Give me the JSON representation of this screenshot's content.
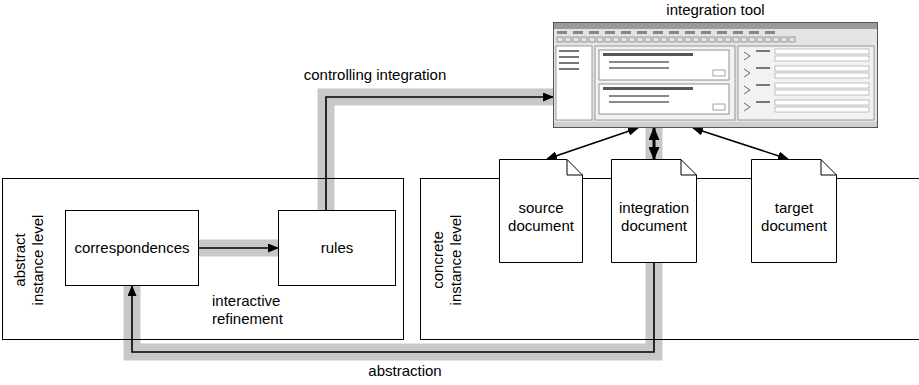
{
  "diagram": {
    "nodes": [
      {
        "text": [
          "integration tool"
        ]
      },
      {
        "text": [
          "abstract instance level"
        ]
      },
      {
        "text": [
          "correspondences"
        ],
        "in": 1
      },
      {
        "text": [
          "rules"
        ],
        "in": 1
      },
      {
        "text": [
          "concrete instance level"
        ]
      },
      {
        "text": [
          "source document"
        ],
        "in": 4
      },
      {
        "text": [
          "integration document"
        ],
        "in": 4
      },
      {
        "text": [
          "target document"
        ],
        "in": 4
      }
    ],
    "edges": [
      {
        "from": 2,
        "to": 3,
        "arrow": "to",
        "label": "interactive refinement"
      },
      {
        "from": 3,
        "to": 0,
        "arrow": "to",
        "label": "controlling integration"
      },
      {
        "from": 6,
        "to": 2,
        "arrow": "to",
        "label": "abstraction"
      },
      {
        "from": 0,
        "to": 5,
        "arrow": "both"
      },
      {
        "from": 0,
        "to": 6,
        "arrow": "both"
      },
      {
        "from": 0,
        "to": 7,
        "arrow": "both"
      }
    ]
  }
}
